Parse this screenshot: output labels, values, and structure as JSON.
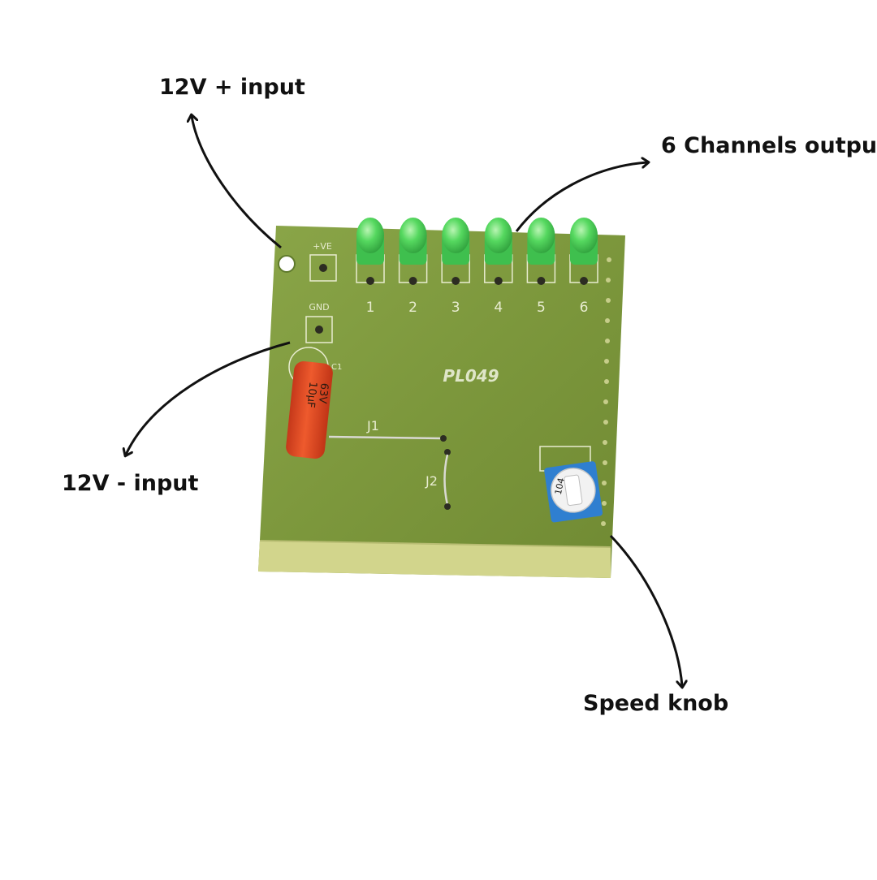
{
  "annotations": {
    "positive_input": "12V + input",
    "channels_output": "6 Channels output",
    "negative_input": "12V - input",
    "speed_knob": "Speed knob"
  },
  "board": {
    "model": "PL049",
    "positive_pad_label": "+VE",
    "ground_pad_label": "GND",
    "capacitor_ref": "C1",
    "capacitor_value": "10µF",
    "capacitor_voltage": "63V",
    "jumper1_label": "J1",
    "jumper2_label": "J2",
    "pot_marking": "104",
    "channel_labels": [
      "1",
      "2",
      "3",
      "4",
      "5",
      "6"
    ]
  },
  "colors": {
    "pcb": "#7f9a3f",
    "pcb_edge": "#c9cf84",
    "led": "#4fd45e",
    "capacitor": "#e04a24",
    "pot_body": "#2f7fd0",
    "arrow": "#111111"
  }
}
